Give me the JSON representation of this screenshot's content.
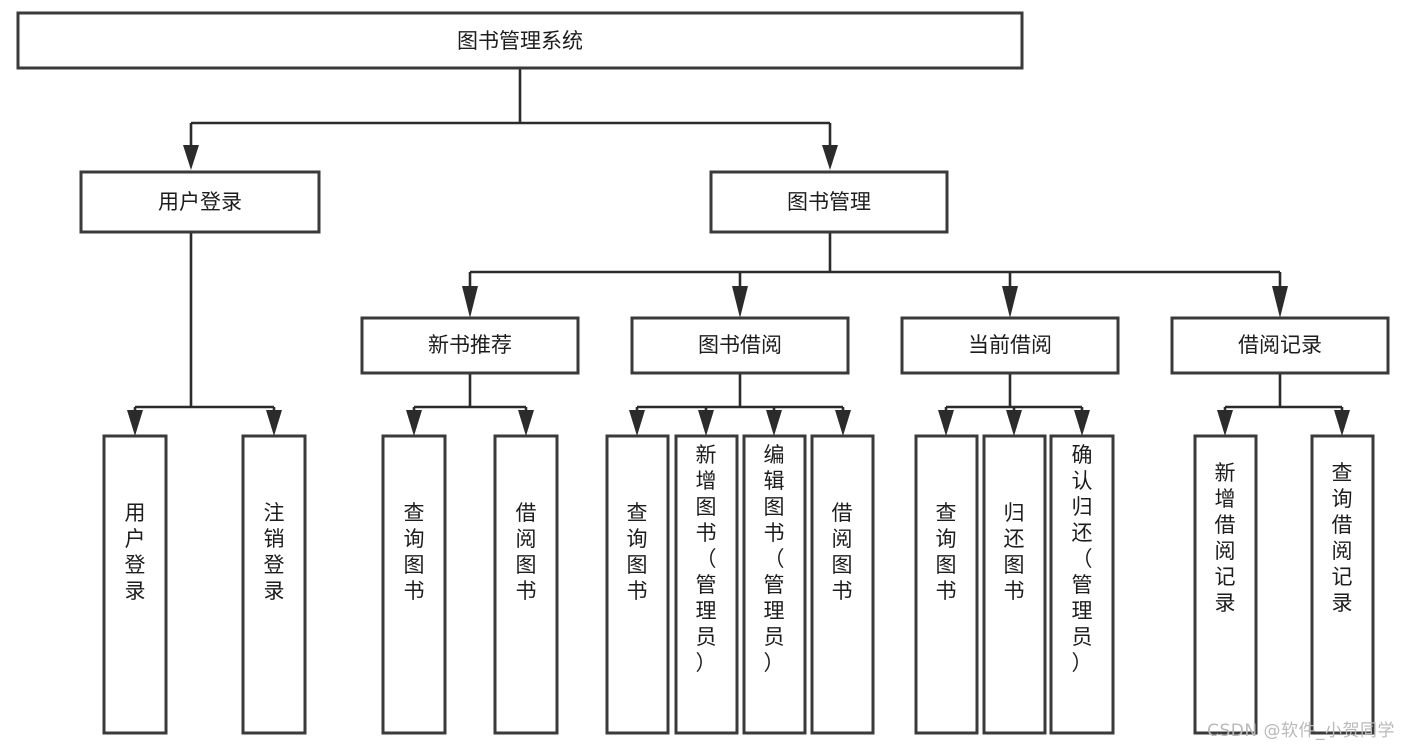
{
  "diagram": {
    "title": "图书管理系统",
    "watermark": "CSDN @软件_小贺同学",
    "root": {
      "id": "root",
      "label": "图书管理系统"
    },
    "level2": [
      {
        "id": "user-login",
        "label": "用户登录"
      },
      {
        "id": "book-management",
        "label": "图书管理"
      }
    ],
    "level3": [
      {
        "id": "new-book-recommend",
        "label": "新书推荐",
        "parent": "book-management"
      },
      {
        "id": "book-borrow",
        "label": "图书借阅",
        "parent": "book-management"
      },
      {
        "id": "current-borrow",
        "label": "当前借阅",
        "parent": "book-management"
      },
      {
        "id": "borrow-record",
        "label": "借阅记录",
        "parent": "book-management"
      }
    ],
    "leaves": [
      {
        "id": "leaf-user-login",
        "label": "用户登录",
        "parent": "user-login"
      },
      {
        "id": "leaf-logout-login",
        "label": "注销登录",
        "parent": "user-login"
      },
      {
        "id": "leaf-query-book-1",
        "label": "查询图书",
        "parent": "new-book-recommend"
      },
      {
        "id": "leaf-borrow-book-1",
        "label": "借阅图书",
        "parent": "new-book-recommend"
      },
      {
        "id": "leaf-query-book-2",
        "label": "查询图书",
        "parent": "book-borrow"
      },
      {
        "id": "leaf-add-book",
        "label": "新增图书（管理员）",
        "parent": "book-borrow"
      },
      {
        "id": "leaf-edit-book",
        "label": "编辑图书（管理员）",
        "parent": "book-borrow"
      },
      {
        "id": "leaf-borrow-book-2",
        "label": "借阅图书",
        "parent": "book-borrow"
      },
      {
        "id": "leaf-query-book-3",
        "label": "查询图书",
        "parent": "current-borrow"
      },
      {
        "id": "leaf-return-book",
        "label": "归还图书",
        "parent": "current-borrow"
      },
      {
        "id": "leaf-confirm-return",
        "label": "确认归还（管理员）",
        "parent": "current-borrow"
      },
      {
        "id": "leaf-add-record",
        "label": "新增借阅记录",
        "parent": "borrow-record"
      },
      {
        "id": "leaf-query-record",
        "label": "查询借阅记录",
        "parent": "borrow-record"
      }
    ],
    "colors": {
      "box_stroke": "#3a3a3a",
      "link_stroke": "#2b2b2b",
      "text": "#1d1d1d",
      "background": "#ffffff",
      "watermark": "#b9b9b9"
    }
  }
}
